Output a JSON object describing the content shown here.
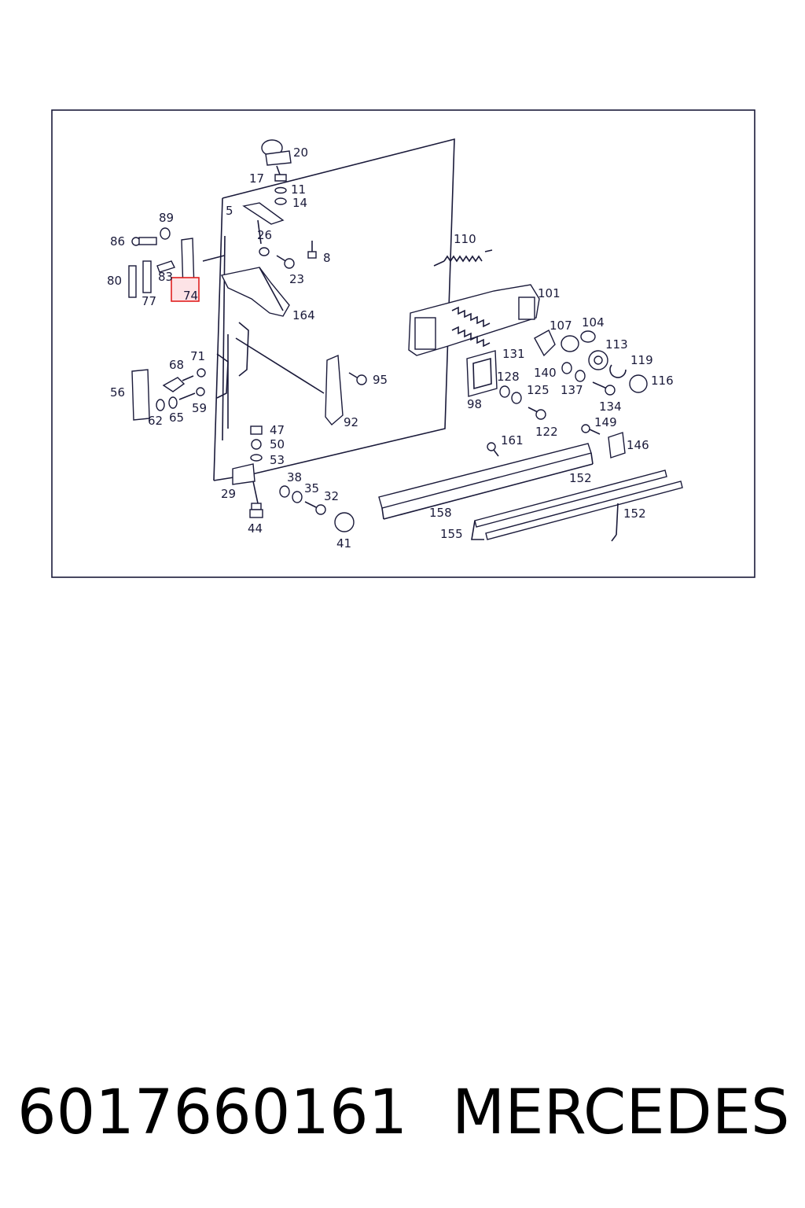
{
  "diagram": {
    "callouts": [
      {
        "id": "20",
        "text": "20"
      },
      {
        "id": "17",
        "text": "17"
      },
      {
        "id": "11",
        "text": "11"
      },
      {
        "id": "14",
        "text": "14"
      },
      {
        "id": "5",
        "text": "5"
      },
      {
        "id": "89",
        "text": "89"
      },
      {
        "id": "86",
        "text": "86"
      },
      {
        "id": "26",
        "text": "26"
      },
      {
        "id": "8",
        "text": "8"
      },
      {
        "id": "80",
        "text": "80"
      },
      {
        "id": "83",
        "text": "83"
      },
      {
        "id": "23",
        "text": "23"
      },
      {
        "id": "77",
        "text": "77"
      },
      {
        "id": "74",
        "text": "74"
      },
      {
        "id": "164",
        "text": "164"
      },
      {
        "id": "110",
        "text": "110"
      },
      {
        "id": "101",
        "text": "101"
      },
      {
        "id": "107",
        "text": "107"
      },
      {
        "id": "104",
        "text": "104"
      },
      {
        "id": "113",
        "text": "113"
      },
      {
        "id": "131",
        "text": "131"
      },
      {
        "id": "119",
        "text": "119"
      },
      {
        "id": "140",
        "text": "140"
      },
      {
        "id": "116",
        "text": "116"
      },
      {
        "id": "71",
        "text": "71"
      },
      {
        "id": "68",
        "text": "68"
      },
      {
        "id": "95",
        "text": "95"
      },
      {
        "id": "128",
        "text": "128"
      },
      {
        "id": "125",
        "text": "125"
      },
      {
        "id": "137",
        "text": "137"
      },
      {
        "id": "56",
        "text": "56"
      },
      {
        "id": "134",
        "text": "134"
      },
      {
        "id": "98",
        "text": "98"
      },
      {
        "id": "59",
        "text": "59"
      },
      {
        "id": "62",
        "text": "62"
      },
      {
        "id": "65",
        "text": "65"
      },
      {
        "id": "92",
        "text": "92"
      },
      {
        "id": "122",
        "text": "122"
      },
      {
        "id": "149",
        "text": "149"
      },
      {
        "id": "47",
        "text": "47"
      },
      {
        "id": "161",
        "text": "161"
      },
      {
        "id": "146",
        "text": "146"
      },
      {
        "id": "50",
        "text": "50"
      },
      {
        "id": "53",
        "text": "53"
      },
      {
        "id": "152a",
        "text": "152"
      },
      {
        "id": "38",
        "text": "38"
      },
      {
        "id": "35",
        "text": "35"
      },
      {
        "id": "32",
        "text": "32"
      },
      {
        "id": "29",
        "text": "29"
      },
      {
        "id": "158",
        "text": "158"
      },
      {
        "id": "152b",
        "text": "152"
      },
      {
        "id": "155",
        "text": "155"
      },
      {
        "id": "44",
        "text": "44"
      },
      {
        "id": "41",
        "text": "41"
      }
    ],
    "highlighted_callout": "74",
    "colors": {
      "line": "#1a1a3a",
      "highlight_border": "#e02020",
      "highlight_fill": "#fde3e6"
    }
  },
  "footer": {
    "part_number": "6017660161",
    "brand": "MERCEDES"
  }
}
